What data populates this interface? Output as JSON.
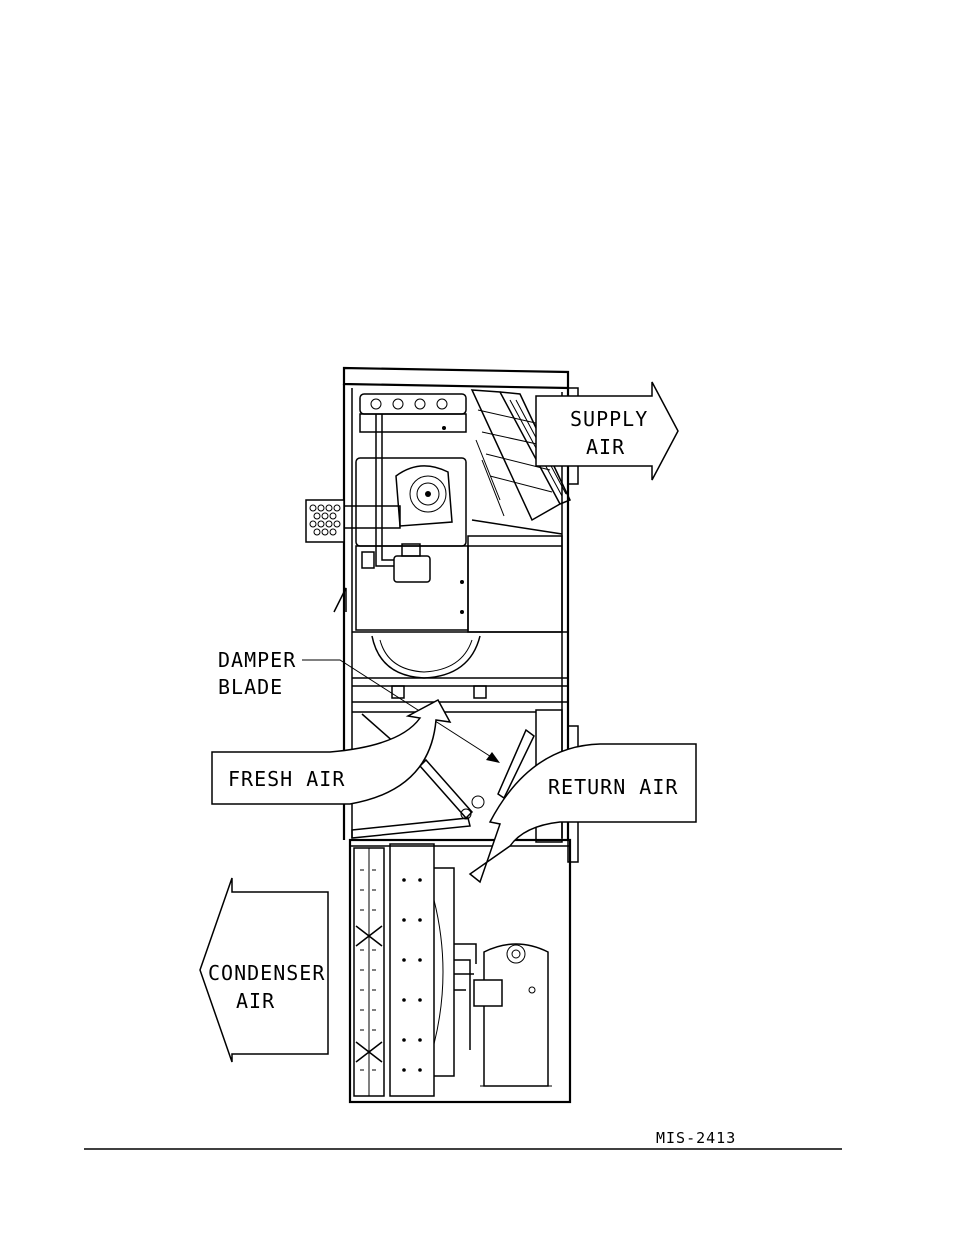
{
  "labels": {
    "supply_air_line1": "SUPPLY",
    "supply_air_line2": "AIR",
    "damper_blade_line1": "DAMPER",
    "damper_blade_line2": "BLADE",
    "fresh_air": "FRESH AIR",
    "return_air": "RETURN AIR",
    "condenser_air_line1": "CONDENSER",
    "condenser_air_line2": "AIR"
  },
  "figure_id": "MIS-2413"
}
